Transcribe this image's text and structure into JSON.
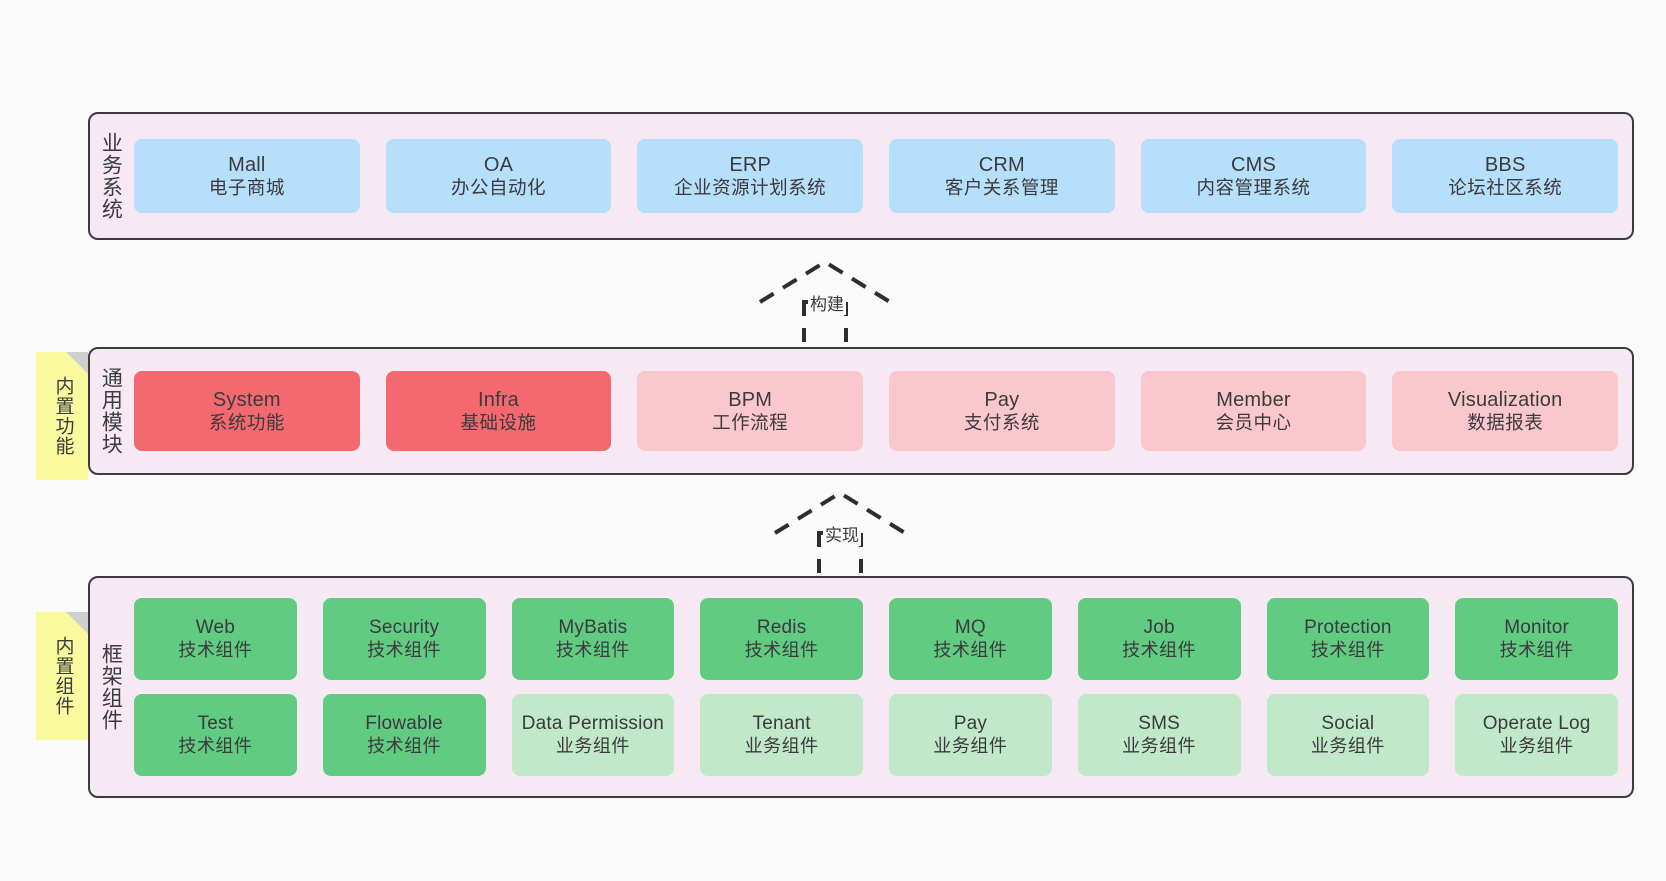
{
  "layers": [
    {
      "id": "business",
      "title": "业务系统",
      "rows": [
        {
          "cards": [
            {
              "en": "Mall",
              "cn": "电子商城",
              "color": "#b6dffb"
            },
            {
              "en": "OA",
              "cn": "办公自动化",
              "color": "#b6dffb"
            },
            {
              "en": "ERP",
              "cn": "企业资源计划系统",
              "color": "#b6dffb"
            },
            {
              "en": "CRM",
              "cn": "客户关系管理",
              "color": "#b6dffb"
            },
            {
              "en": "CMS",
              "cn": "内容管理系统",
              "color": "#b6dffb"
            },
            {
              "en": "BBS",
              "cn": "论坛社区系统",
              "color": "#b6dffb"
            }
          ]
        }
      ]
    },
    {
      "id": "modules",
      "title": "通用模块",
      "note": "内置功能",
      "rows": [
        {
          "cards": [
            {
              "en": "System",
              "cn": "系统功能",
              "color": "#f4696f"
            },
            {
              "en": "Infra",
              "cn": "基础设施",
              "color": "#f4696f"
            },
            {
              "en": "BPM",
              "cn": "工作流程",
              "color": "#fbc7cf"
            },
            {
              "en": "Pay",
              "cn": "支付系统",
              "color": "#fbc7cf"
            },
            {
              "en": "Member",
              "cn": "会员中心",
              "color": "#fbc7cf"
            },
            {
              "en": "Visualization",
              "cn": "数据报表",
              "color": "#fbc7cf"
            }
          ]
        }
      ]
    },
    {
      "id": "framework",
      "title": "框架组件",
      "note": "内置组件",
      "rows": [
        {
          "cards": [
            {
              "en": "Web",
              "cn": "技术组件",
              "color": "#61cb82"
            },
            {
              "en": "Security",
              "cn": "技术组件",
              "color": "#61cb82"
            },
            {
              "en": "MyBatis",
              "cn": "技术组件",
              "color": "#61cb82"
            },
            {
              "en": "Redis",
              "cn": "技术组件",
              "color": "#61cb82"
            },
            {
              "en": "MQ",
              "cn": "技术组件",
              "color": "#61cb82"
            },
            {
              "en": "Job",
              "cn": "技术组件",
              "color": "#61cb82"
            },
            {
              "en": "Protection",
              "cn": "技术组件",
              "color": "#61cb82"
            },
            {
              "en": "Monitor",
              "cn": "技术组件",
              "color": "#61cb82"
            }
          ]
        },
        {
          "cards": [
            {
              "en": "Test",
              "cn": "技术组件",
              "color": "#61cb82"
            },
            {
              "en": "Flowable",
              "cn": "技术组件",
              "color": "#61cb82"
            },
            {
              "en": "Data Permission",
              "cn": "业务组件",
              "color": "#c1e8c9"
            },
            {
              "en": "Tenant",
              "cn": "业务组件",
              "color": "#c1e8c9"
            },
            {
              "en": "Pay",
              "cn": "业务组件",
              "color": "#c1e8c9"
            },
            {
              "en": "SMS",
              "cn": "业务组件",
              "color": "#c1e8c9"
            },
            {
              "en": "Social",
              "cn": "业务组件",
              "color": "#c1e8c9"
            },
            {
              "en": "Operate Log",
              "cn": "业务组件",
              "color": "#c1e8c9"
            }
          ]
        }
      ]
    }
  ],
  "arrows": [
    {
      "id": "build",
      "label": "构建"
    },
    {
      "id": "implement",
      "label": "实现"
    }
  ],
  "colors": {
    "container_fill": "#f7e9f4",
    "container_border": "#3d3b41",
    "note_fill": "#f9f99e",
    "page_background": "#fafafa"
  }
}
